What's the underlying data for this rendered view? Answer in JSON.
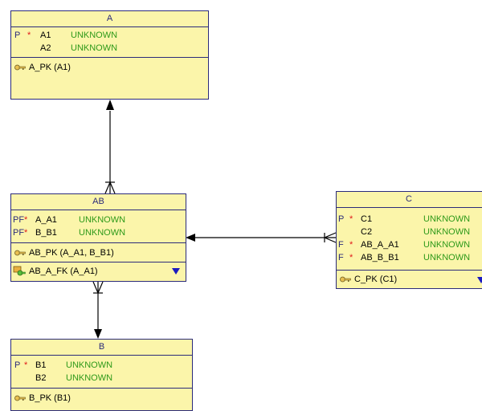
{
  "entities": {
    "a": {
      "title": "A",
      "columns": [
        {
          "flag": "P",
          "star": "*",
          "name": "A1",
          "type": "UNKNOWN"
        },
        {
          "flag": "",
          "star": "",
          "name": "A2",
          "type": "UNKNOWN"
        }
      ],
      "keys": [
        "A_PK (A1)"
      ]
    },
    "ab": {
      "title": "AB",
      "columns": [
        {
          "flag": "PF",
          "star": "*",
          "name": "A_A1",
          "type": "UNKNOWN"
        },
        {
          "flag": "PF",
          "star": "*",
          "name": "B_B1",
          "type": "UNKNOWN"
        }
      ],
      "keys": [
        "AB_PK (A_A1, B_B1)"
      ],
      "fks": [
        "AB_A_FK (A_A1)"
      ]
    },
    "b": {
      "title": "B",
      "columns": [
        {
          "flag": "P",
          "star": "*",
          "name": "B1",
          "type": "UNKNOWN"
        },
        {
          "flag": "",
          "star": "",
          "name": "B2",
          "type": "UNKNOWN"
        }
      ],
      "keys": [
        "B_PK (B1)"
      ]
    },
    "c": {
      "title": "C",
      "columns": [
        {
          "flag": "P",
          "star": "*",
          "name": "C1",
          "type": "UNKNOWN"
        },
        {
          "flag": "",
          "star": "",
          "name": "C2",
          "type": "UNKNOWN"
        },
        {
          "flag": "F",
          "star": "*",
          "name": "AB_A_A1",
          "type": "UNKNOWN"
        },
        {
          "flag": "F",
          "star": "*",
          "name": "AB_B_B1",
          "type": "UNKNOWN"
        }
      ],
      "keys": [
        "C_PK (C1)"
      ]
    }
  },
  "colors": {
    "entity_fill": "#fbf5aa",
    "border": "#2b2b7a",
    "type_text": "#2e9a1a",
    "mandatory_star": "#e01a1a",
    "dropdown_arrow": "#1b1bbf"
  },
  "icons": {
    "key": "key-icon",
    "foreign_key": "foreign-key-icon",
    "more": "dropdown-triangle-icon"
  }
}
